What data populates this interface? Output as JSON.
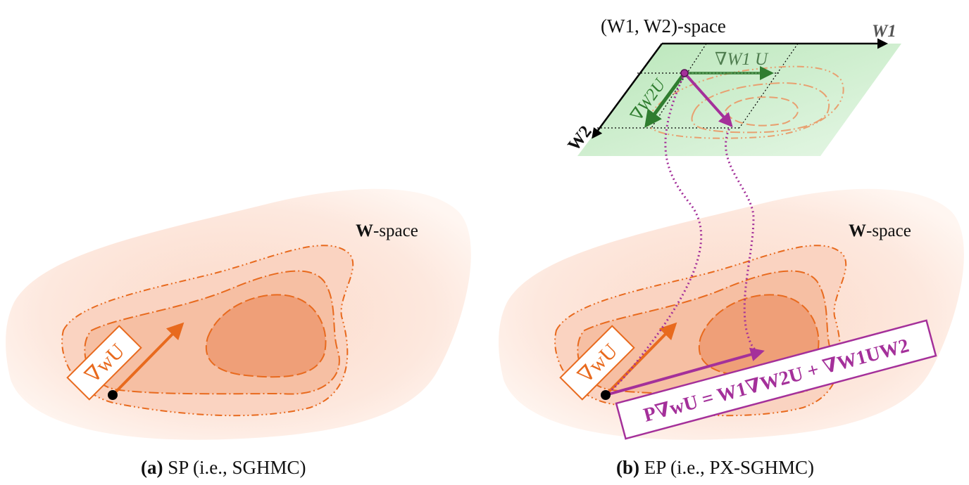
{
  "panel_a": {
    "space_label_bold": "W",
    "space_label_rest": "-space",
    "gradient_label": "∇wU",
    "caption_tag": "(a)",
    "caption_text": "SP (i.e., SGHMC)"
  },
  "panel_b": {
    "space_label_bold": "W",
    "space_label_rest": "-space",
    "gradient_label": "∇wU",
    "factor_space_label": "(W1, W2)-space",
    "axis_w1_label": "W1",
    "axis_w2_label": "W2",
    "grad_w1_label": "∇W1 U",
    "grad_w2_label": "∇W2U",
    "projected_label": "P∇wU = W1∇W2U + ∇W1UW2",
    "caption_tag": "(b)",
    "caption_text": "EP (i.e., PX-SGHMC)"
  },
  "colors": {
    "orange": "#e86a1e",
    "fill_light": "#fde4d8",
    "fill_mid": "#f6bfa3",
    "fill_dark": "#ef9f78",
    "green_plane": "#c8ecc8",
    "green_arrow": "#2f7d2f",
    "purple": "#a4309a"
  }
}
